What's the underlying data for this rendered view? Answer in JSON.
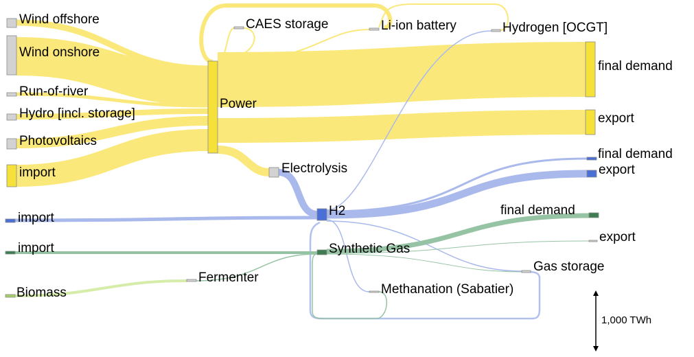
{
  "colors": {
    "electricity": "#fbe87a",
    "electricity_node": "#f5e13a",
    "hydrogen": "#a9b9ec",
    "hydrogen_node": "#4a6fd6",
    "gas": "#97c3a5",
    "gas_node": "#3e7d52",
    "biomass": "#d6edaa",
    "biomass_node": "#a6d06a",
    "source_node": "#d2d2d2"
  },
  "nodes": {
    "wind_offshore": "Wind offshore",
    "wind_onshore": "Wind onshore",
    "run_of_river": "Run-of-river",
    "hydro": "Hydro [incl. storage]",
    "photovoltaics": "Photovoltaics",
    "import_power": "import",
    "power": "Power",
    "caes": "CAES storage",
    "li_ion": "Li-ion battery",
    "hydrogen_ocgt": "Hydrogen [OCGT]",
    "final_demand_power": "final demand",
    "export_power": "export",
    "electrolysis": "Electrolysis",
    "final_demand_h2": "final demand",
    "export_h2": "export",
    "import_h2": "import",
    "h2": "H2",
    "import_gas": "import",
    "synthetic_gas": "Synthetic Gas",
    "final_demand_gas": "final demand",
    "export_gas": "export",
    "gas_storage": "Gas storage",
    "biomass": "Biomass",
    "fermenter": "Fermenter",
    "methanation": "Methanation (Sabatier)"
  },
  "scale": {
    "label": "1,000 TWh"
  }
}
